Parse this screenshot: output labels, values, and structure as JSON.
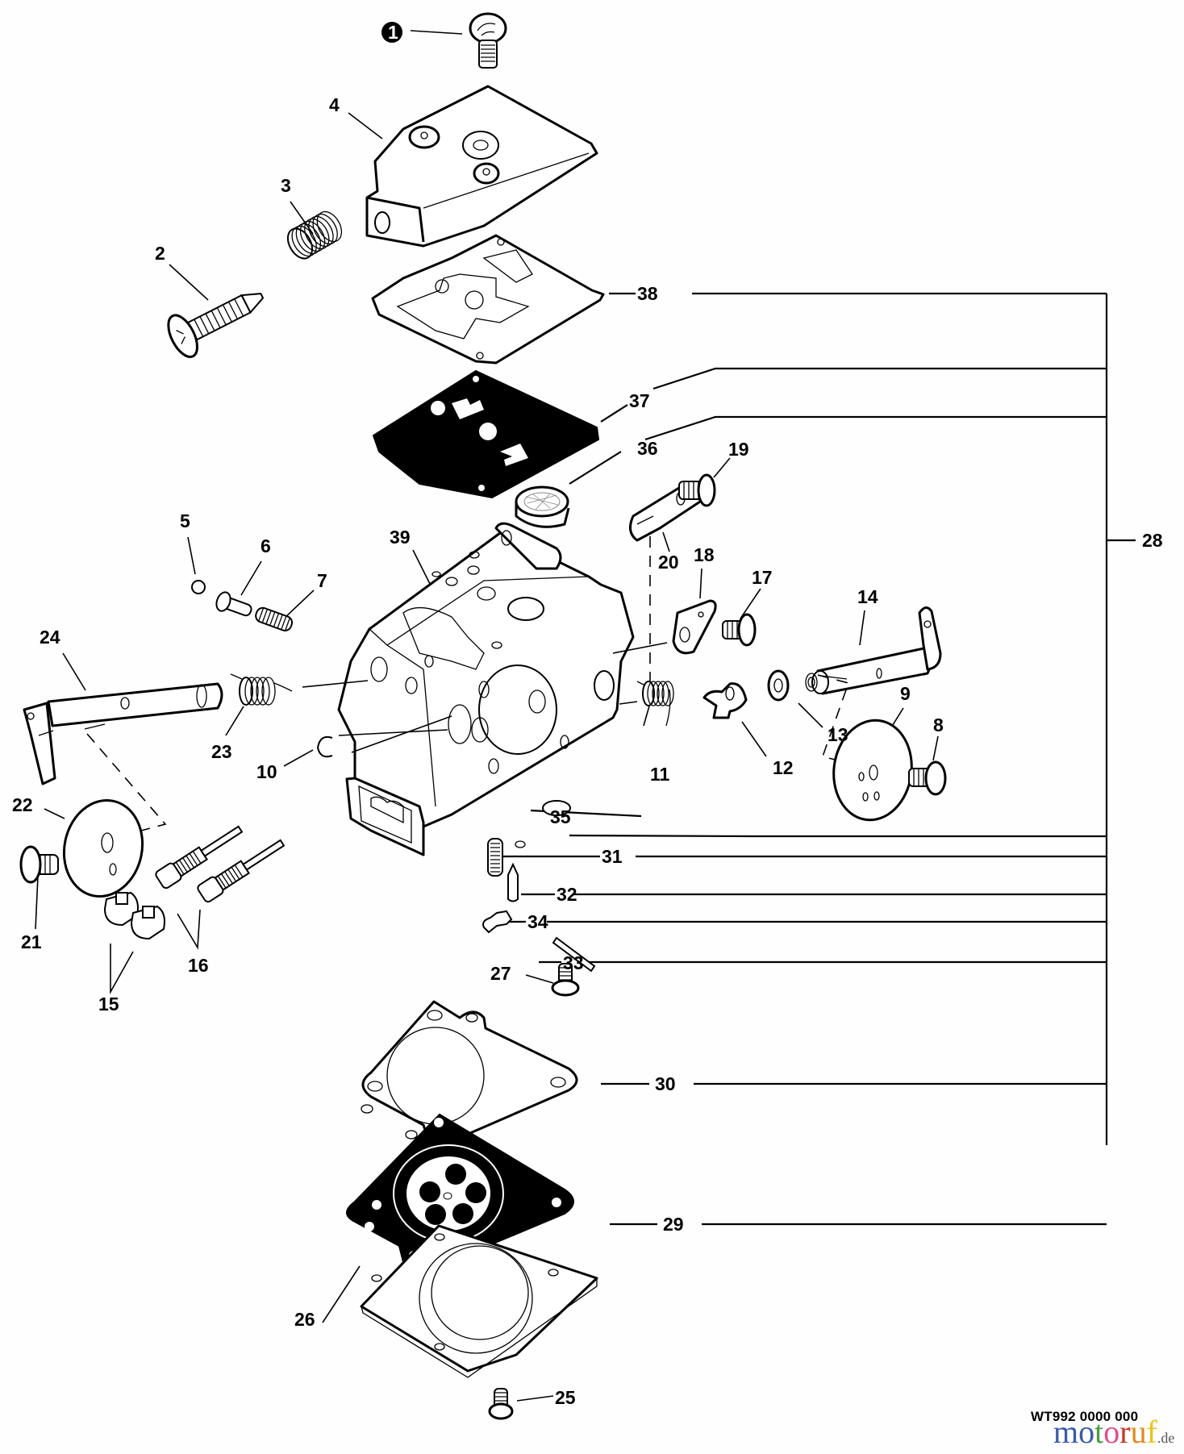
{
  "diagram": {
    "title": "Carburetor exploded parts diagram",
    "document_code": "WT992 0000 000",
    "callouts": {
      "c1": "1",
      "c2": "2",
      "c3": "3",
      "c4": "4",
      "c5": "5",
      "c6": "6",
      "c7": "7",
      "c8": "8",
      "c9": "9",
      "c10": "10",
      "c11": "11",
      "c12": "12",
      "c13": "13",
      "c14": "14",
      "c15": "15",
      "c16": "16",
      "c17": "17",
      "c18": "18",
      "c19": "19",
      "c20": "20",
      "c21": "21",
      "c22": "22",
      "c23": "23",
      "c24": "24",
      "c25": "25",
      "c26": "26",
      "c27": "27",
      "c28": "28",
      "c29": "29",
      "c30": "30",
      "c31": "31",
      "c32": "32",
      "c33": "33",
      "c34": "34",
      "c35": "35",
      "c36": "36",
      "c37": "37",
      "c38": "38",
      "c39": "39"
    },
    "kit_group": {
      "label": "28",
      "members": [
        "38",
        "37",
        "36",
        "35",
        "31",
        "32",
        "34",
        "33",
        "30",
        "29"
      ]
    },
    "highlighted_callout": "1"
  },
  "watermark": {
    "letters": [
      "m",
      "o",
      "t",
      "o",
      "r",
      "u",
      "f"
    ],
    "colors": [
      "#3b5ba5",
      "#3b5ba5",
      "#4c9a3f",
      "#d94f8a",
      "#c0392b",
      "#e08a1e",
      "#e8c21a"
    ],
    "tld": ".de"
  }
}
